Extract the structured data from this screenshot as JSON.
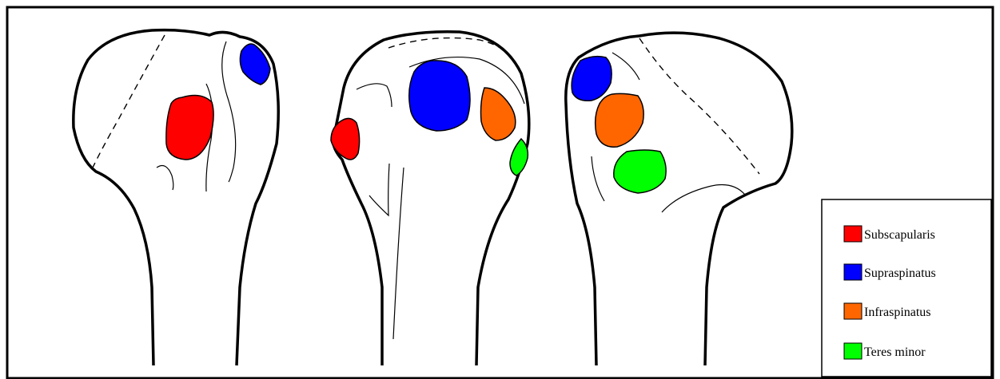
{
  "legend": {
    "items": [
      {
        "label": "Subscapularis",
        "color": "#ff0000"
      },
      {
        "label": "Supraspinatus",
        "color": "#0000ff"
      },
      {
        "label": "Infraspinatus",
        "color": "#ff6600"
      },
      {
        "label": "Teres minor",
        "color": "#00ff00"
      }
    ]
  },
  "colors": {
    "outline": "#000000",
    "background": "#ffffff"
  }
}
